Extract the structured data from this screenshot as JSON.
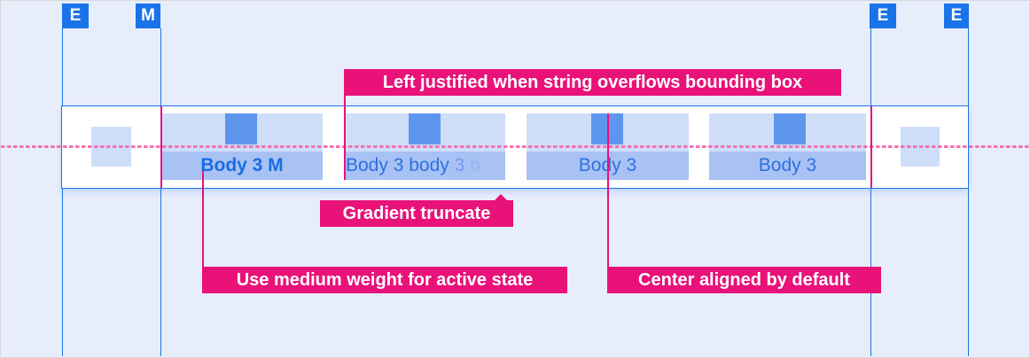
{
  "badges": [
    {
      "id": "e-left-outer",
      "label": "E"
    },
    {
      "id": "m-left",
      "label": "M"
    },
    {
      "id": "e-right-inner",
      "label": "E"
    },
    {
      "id": "e-right-outer",
      "label": "E"
    }
  ],
  "tabbar": {
    "tabs": [
      {
        "label": "Body 3 M",
        "state": "active"
      },
      {
        "parts": [
          "Body 3 body",
          " 3",
          " b"
        ],
        "state": "gradient-truncated"
      },
      {
        "label": "Body 3",
        "state": "default"
      },
      {
        "label": "Body 3",
        "state": "default"
      }
    ]
  },
  "annotations": {
    "left_justified": "Left justified when string overflows bounding box",
    "gradient_truncate": "Gradient truncate",
    "medium_weight": "Use medium weight for active state",
    "center_aligned": "Center aligned by default"
  },
  "colors": {
    "accent_blue": "#1a73e8",
    "tab_top_fill": "#cfdef8",
    "tab_band_fill": "#a9c2f4",
    "icon_box_fill": "#5e96ee",
    "tab_text": "#2e6fe0",
    "active_tab_text": "#1a6ce4",
    "annotation_magenta": "#e81279",
    "dashed_pink": "#f273b4",
    "background": "#e8edfb"
  }
}
